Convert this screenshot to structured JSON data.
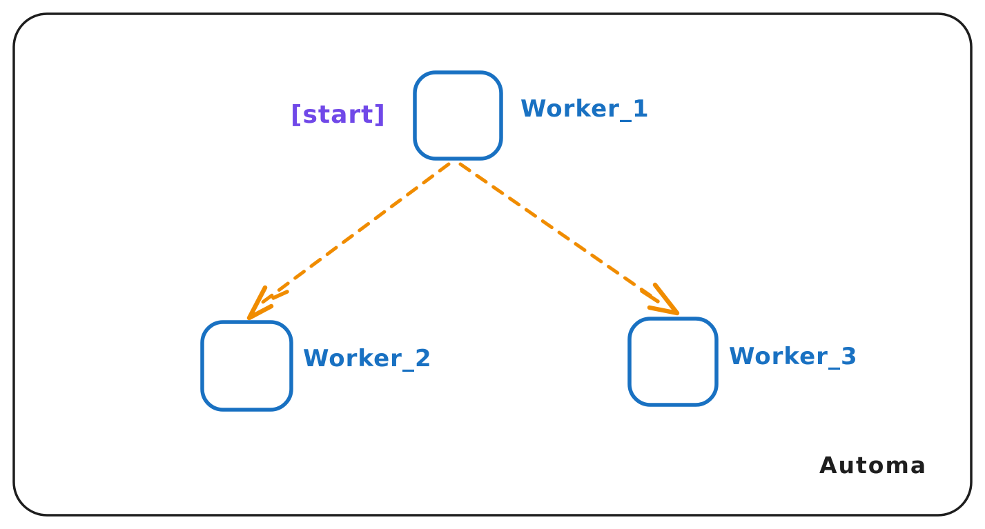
{
  "colors": {
    "background": "#ffffff",
    "frame": "#1e1e1e",
    "node": "#1971c2",
    "edge": "#f08c00",
    "start": "#7048e8",
    "watermark": "#1e1e1e"
  },
  "diagram": {
    "watermark": "Automa",
    "nodes": [
      {
        "id": "worker_1",
        "label": "Worker_1",
        "annotation": "[start]"
      },
      {
        "id": "worker_2",
        "label": "Worker_2"
      },
      {
        "id": "worker_3",
        "label": "Worker_3"
      }
    ],
    "edges": [
      {
        "from": "Worker_1",
        "to": "Worker_2",
        "style": "dashed-arrow"
      },
      {
        "from": "Worker_1",
        "to": "Worker_3",
        "style": "dashed-arrow"
      }
    ]
  }
}
